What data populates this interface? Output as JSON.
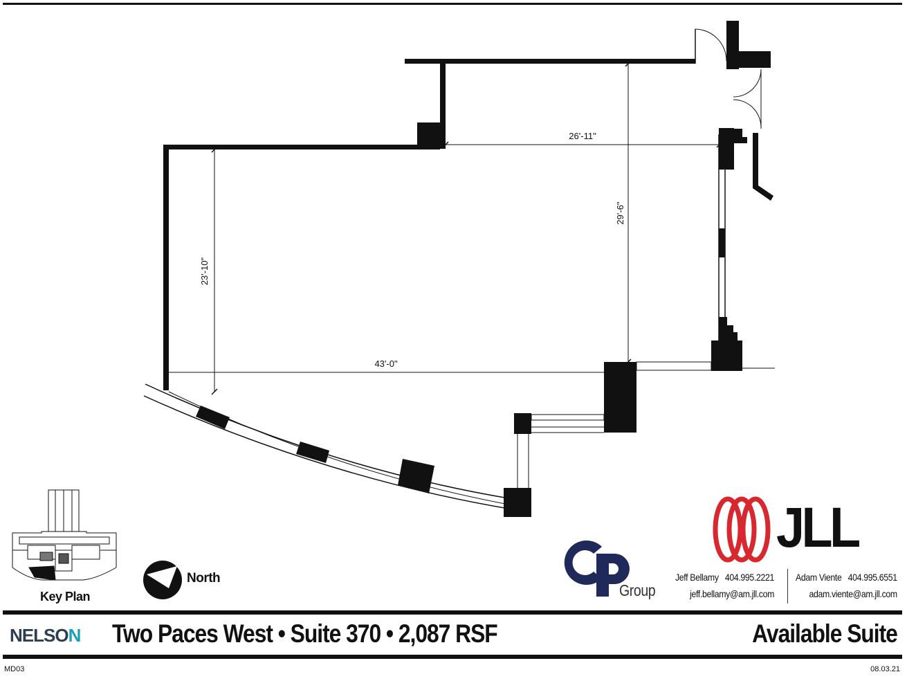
{
  "dimensions": {
    "top_width": "26'-11\"",
    "right_height": "29'-6\"",
    "left_height": "23'-10\"",
    "bottom_width": "43'-0\""
  },
  "compass": {
    "label": "North"
  },
  "key_plan": {
    "label": "Key Plan"
  },
  "brands": {
    "jll": "JLL",
    "cp_group": "Group",
    "nelson_main": "NELSO",
    "nelson_accent": "N"
  },
  "contacts": [
    {
      "name_phone": "Jeff Bellamy   404.995.2221",
      "email": "jeff.bellamy@am.jll.com"
    },
    {
      "name_phone": "Adam Viente   404.995.6551",
      "email": "adam.viente@am.jll.com"
    }
  ],
  "footer": {
    "title": "Two Paces West • Suite 370 • 2,087 RSF",
    "status": "Available Suite",
    "sheet_code": "MD03",
    "date": "08.03.21"
  },
  "colors": {
    "jll_red": "#d7282f",
    "cp_navy": "#1f2a5a",
    "nelson_teal": "#1aa0b8"
  }
}
